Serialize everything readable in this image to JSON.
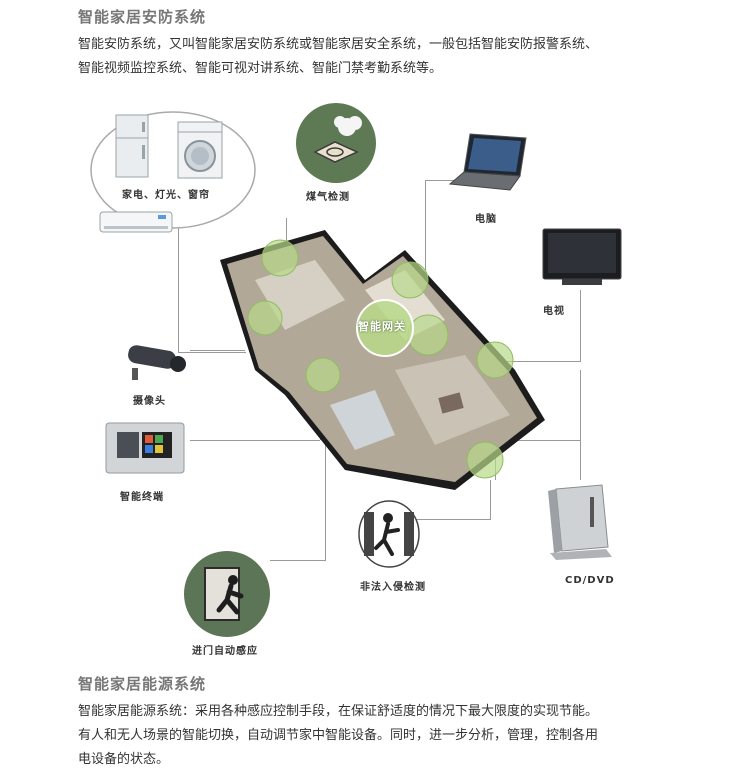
{
  "section1": {
    "heading": "智能家居安防系统",
    "line1": "智能安防系统，又叫智能家居安防系统或智能家居安全系统，一般包括智能安防报警系统、",
    "line2": "智能视频监控系统、智能可视对讲系统、智能门禁考勤系统等。"
  },
  "diagram": {
    "hub_label": "智能网关",
    "devices": {
      "appliances": "家电、灯光、窗帘",
      "gas": "煤气检测",
      "computer": "电脑",
      "tv": "电视",
      "camera": "摄像头",
      "terminal": "智能终端",
      "dvd": "CD/DVD",
      "intrusion": "非法入侵检测",
      "door": "进门自动感应"
    }
  },
  "section2": {
    "heading": "智能家居能源系统",
    "line1": "智能家居能源系统：采用各种感应控制手段，在保证舒适度的情况下最大限度的实现节能。",
    "line2": "有人和无人场景的智能切换，自动调节家中智能设备。同时，进一步分析，管理，控制各用",
    "line3": "电设备的状态。"
  },
  "colors": {
    "sensor_green": "#b8d98a",
    "gas_circle": "#5e7a55",
    "door_circle": "#5d7557"
  }
}
